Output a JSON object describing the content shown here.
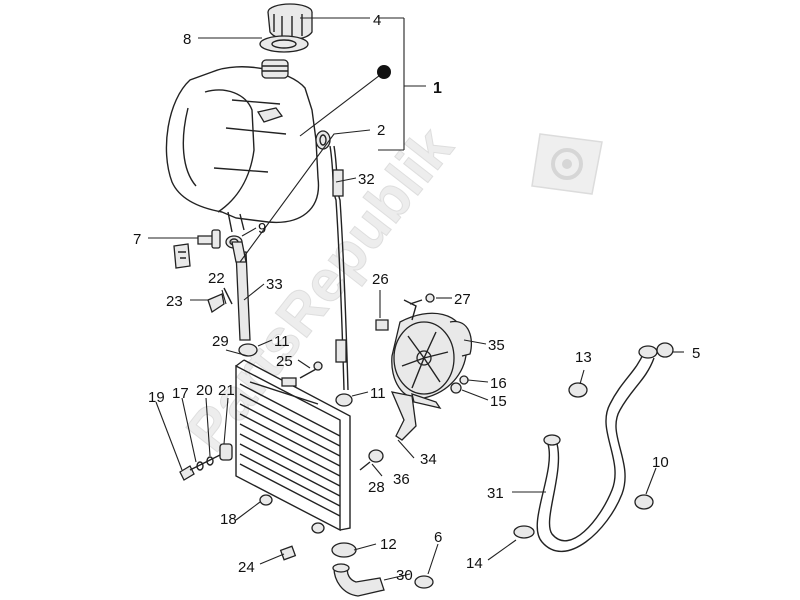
{
  "watermark": {
    "text": "PartsRepublik",
    "icon": "gear-flag-icon"
  },
  "callouts": {
    "c1": "1",
    "c2": "2",
    "c4": "4",
    "c5": "5",
    "c6": "6",
    "c7": "7",
    "c8": "8",
    "c9": "9",
    "c10": "10",
    "c11a": "11",
    "c11b": "11",
    "c12": "12",
    "c13": "13",
    "c14": "14",
    "c15": "15",
    "c16": "16",
    "c17": "17",
    "c18": "18",
    "c19": "19",
    "c20": "20",
    "c21": "21",
    "c22": "22",
    "c23": "23",
    "c24": "24",
    "c25": "25",
    "c26": "26",
    "c27": "27",
    "c28": "28",
    "c29": "29",
    "c30": "30",
    "c31": "31",
    "c32": "32",
    "c33": "33",
    "c34": "34",
    "c35": "35",
    "c36": "36"
  },
  "colors": {
    "ink": "#222222",
    "watermark": "#e4e4e4",
    "background": "#ffffff"
  }
}
